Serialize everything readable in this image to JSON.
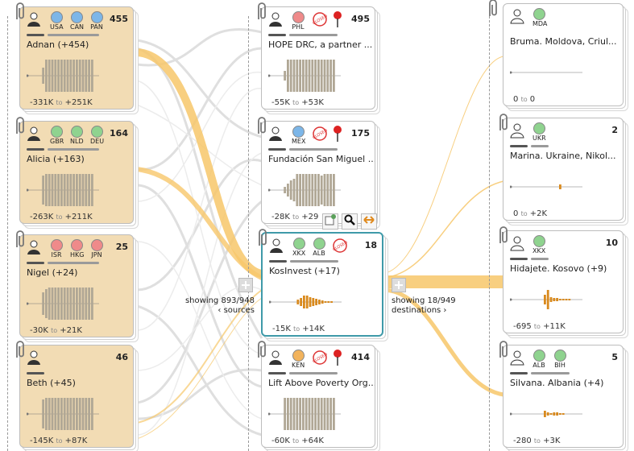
{
  "sources": {
    "cards": [
      {
        "name": "Adnan (+454)",
        "count": "455",
        "badges": [
          "USA",
          "CAN",
          "PAN"
        ],
        "range_min": "-331K",
        "range_to": "to",
        "range_max": "+251K"
      },
      {
        "name": "Alicia (+163)",
        "count": "164",
        "badges": [
          "GBR",
          "NLD",
          "DEU"
        ],
        "range_min": "-263K",
        "range_to": "to",
        "range_max": "+211K"
      },
      {
        "name": "Nigel (+24)",
        "count": "25",
        "badges": [
          "ISR",
          "HKG",
          "JPN"
        ],
        "range_min": "-30K",
        "range_to": "to",
        "range_max": "+21K"
      },
      {
        "name": "Beth (+45)",
        "count": "46",
        "badges": [],
        "range_min": "-145K",
        "range_to": "to",
        "range_max": "+87K"
      }
    ],
    "showing_line1": "showing 893/948",
    "showing_line2": "‹ sources"
  },
  "middle": {
    "cards": [
      {
        "name": "HOPE DRC, a partner ...",
        "count": "495",
        "badges": [
          "PHL",
          "CLOSED",
          ""
        ],
        "range_min": "-55K",
        "range_to": "to",
        "range_max": "+53K"
      },
      {
        "name": "Fundación San Miguel ...",
        "count": "175",
        "badges": [
          "MEX",
          "CLOSED",
          ""
        ],
        "range_min": "-28K",
        "range_to": "to",
        "range_max": "+29"
      },
      {
        "name": "KosInvest (+17)",
        "count": "18",
        "badges": [
          "XKX",
          "ALB",
          "CLOSED"
        ],
        "range_min": "-15K",
        "range_to": "to",
        "range_max": "+14K"
      },
      {
        "name": "Lift Above Poverty Org...",
        "count": "414",
        "badges": [
          "KEN",
          "CLOSED",
          ""
        ],
        "range_min": "-60K",
        "range_to": "to",
        "range_max": "+64K"
      }
    ]
  },
  "destinations": {
    "cards": [
      {
        "name": "Bruma. Moldova, Criul...",
        "count": "",
        "badges": [
          "MDA"
        ],
        "range_min": "0",
        "range_to": "to",
        "range_max": "0"
      },
      {
        "name": "Marina. Ukraine, Nikol...",
        "count": "2",
        "badges": [
          "UKR"
        ],
        "range_min": "0",
        "range_to": "to",
        "range_max": "+2K"
      },
      {
        "name": "Hidajete. Kosovo (+9)",
        "count": "10",
        "badges": [
          "XKX"
        ],
        "range_min": "-695",
        "range_to": "to",
        "range_max": "+11K"
      },
      {
        "name": "Silvana. Albania (+4)",
        "count": "5",
        "badges": [
          "ALB",
          "BIH"
        ],
        "range_min": "-280",
        "range_to": "to",
        "range_max": "+3K"
      }
    ],
    "showing_line1": "showing 18/949",
    "showing_line2": "destinations ›"
  },
  "toolbar": {
    "add_icon": "add-card-icon",
    "search_icon": "magnifier-icon",
    "swap_icon": "swap-arrows-icon"
  },
  "colors": {
    "flow": "#f7c76a",
    "grey_flow": "#d9d9d9",
    "selected_border": "#3f9aa9",
    "bar_orange": "#d98a1e"
  }
}
